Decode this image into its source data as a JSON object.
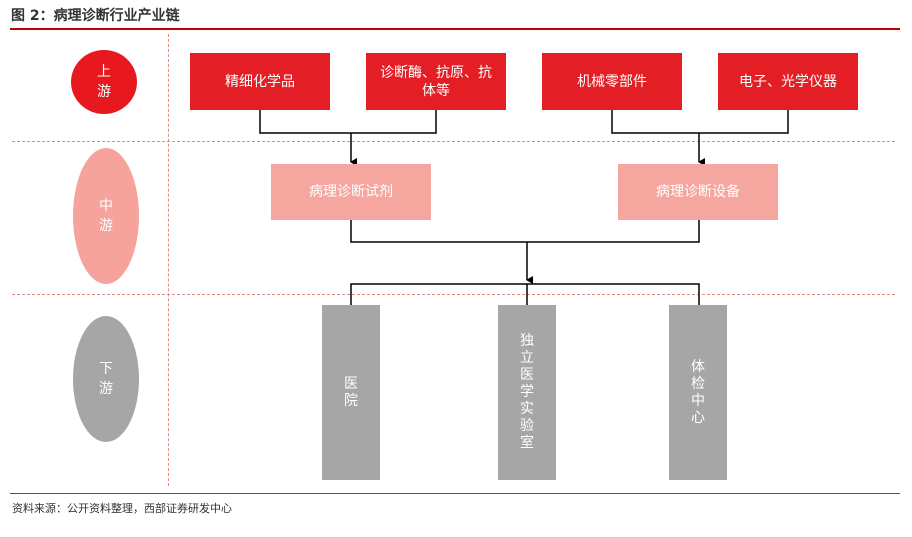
{
  "header": {
    "title": "图 2：病理诊断行业产业链"
  },
  "stages": {
    "upstream": "上游",
    "midstream": "中游",
    "downstream": "下游"
  },
  "upstream_boxes": [
    "精细化学品",
    "诊断酶、抗原、抗体等",
    "机械零部件",
    "电子、光学仪器"
  ],
  "midstream_boxes": [
    "病理诊断试剂",
    "病理诊断设备"
  ],
  "downstream_boxes": [
    "医院",
    "独立医学实验室",
    "体检中心"
  ],
  "colors": {
    "upstream": "#e31e24",
    "midstream": "#f5a69e",
    "downstream": "#a6a6a6",
    "accent_rule": "#c00000"
  },
  "footer": {
    "source": "资料来源：公开资料整理，西部证券研发中心"
  }
}
